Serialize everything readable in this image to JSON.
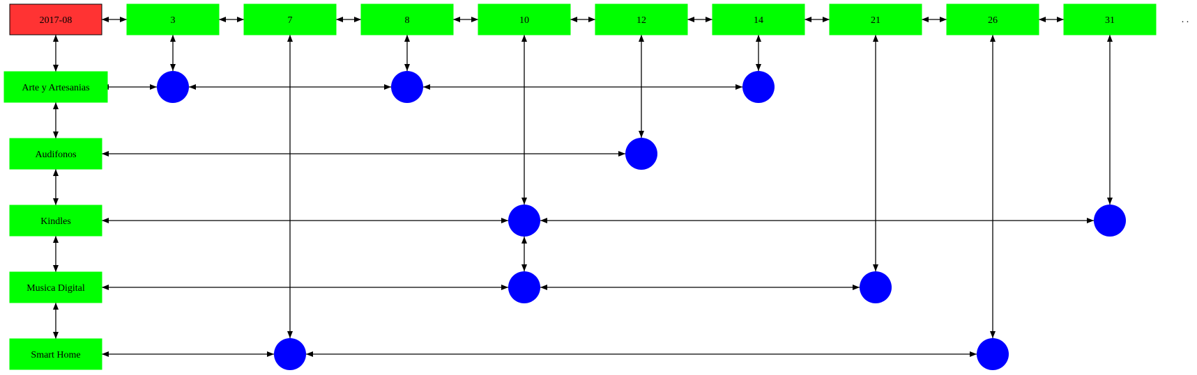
{
  "header": {
    "month_label": "2017-08",
    "days": [
      "3",
      "7",
      "8",
      "10",
      "12",
      "14",
      "21",
      "26",
      "31"
    ],
    "trailing_ellipsis": ". ."
  },
  "categories": [
    "Arte y Artesanias",
    "Audifonos",
    "Kindles",
    "Musica Digital",
    "Smart Home"
  ],
  "events": [
    {
      "category": "Arte y Artesanias",
      "days": [
        "3",
        "8",
        "14"
      ]
    },
    {
      "category": "Audifonos",
      "days": [
        "12"
      ]
    },
    {
      "category": "Kindles",
      "days": [
        "10",
        "31"
      ]
    },
    {
      "category": "Musica Digital",
      "days": [
        "10",
        "21"
      ]
    },
    {
      "category": "Smart Home",
      "days": [
        "7",
        "26"
      ]
    }
  ],
  "day_links": [
    {
      "day": "3",
      "category": "Arte y Artesanias"
    },
    {
      "day": "7",
      "category": "Smart Home"
    },
    {
      "day": "8",
      "category": "Arte y Artesanias"
    },
    {
      "day": "10",
      "category": "Kindles"
    },
    {
      "day": "12",
      "category": "Audifonos"
    },
    {
      "day": "14",
      "category": "Arte y Artesanias"
    },
    {
      "day": "21",
      "category": "Musica Digital"
    },
    {
      "day": "26",
      "category": "Smart Home"
    },
    {
      "day": "31",
      "category": "Kindles"
    }
  ],
  "extra_links": [
    {
      "day": "10",
      "from": "Kindles",
      "to": "Musica Digital"
    }
  ],
  "colors": {
    "month_fill": "#ff3333",
    "node_fill": "#00ff00",
    "dot_fill": "#0000ff",
    "edge": "#000000"
  }
}
